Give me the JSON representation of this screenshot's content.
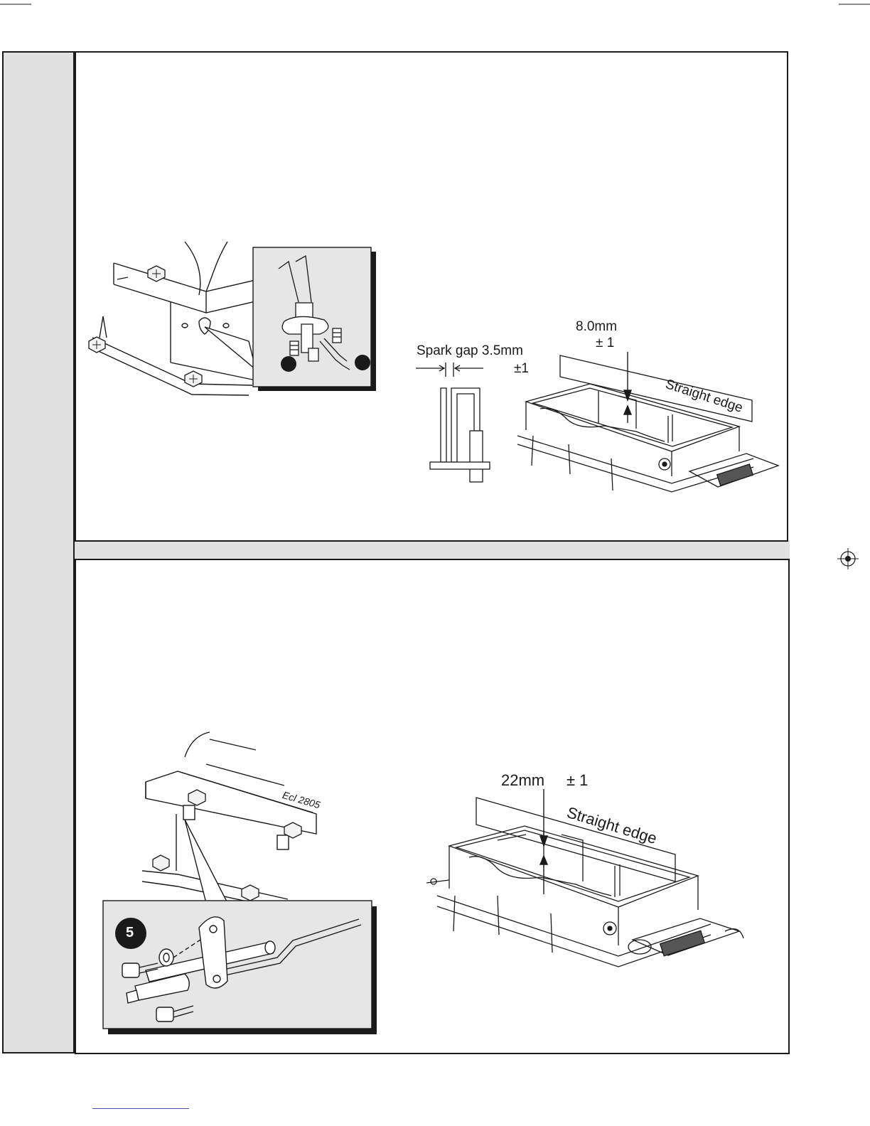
{
  "diagram_top": {
    "spark_gap_label": "Spark gap 3.5mm",
    "spark_gap_tolerance": "±1",
    "depth_label": "8.0mm",
    "depth_tolerance": "± 1",
    "straight_edge_label": "Straight edge"
  },
  "diagram_bottom": {
    "callout_number": "5",
    "depth_label": "22mm",
    "depth_tolerance": "± 1",
    "straight_edge_label": "Straight edge",
    "figure_code": "Ecl 2805"
  },
  "colors": {
    "sidebar_fill": "#e1e1e1",
    "inset_fill": "#e6e6e6",
    "line": "#1a1a1a"
  }
}
